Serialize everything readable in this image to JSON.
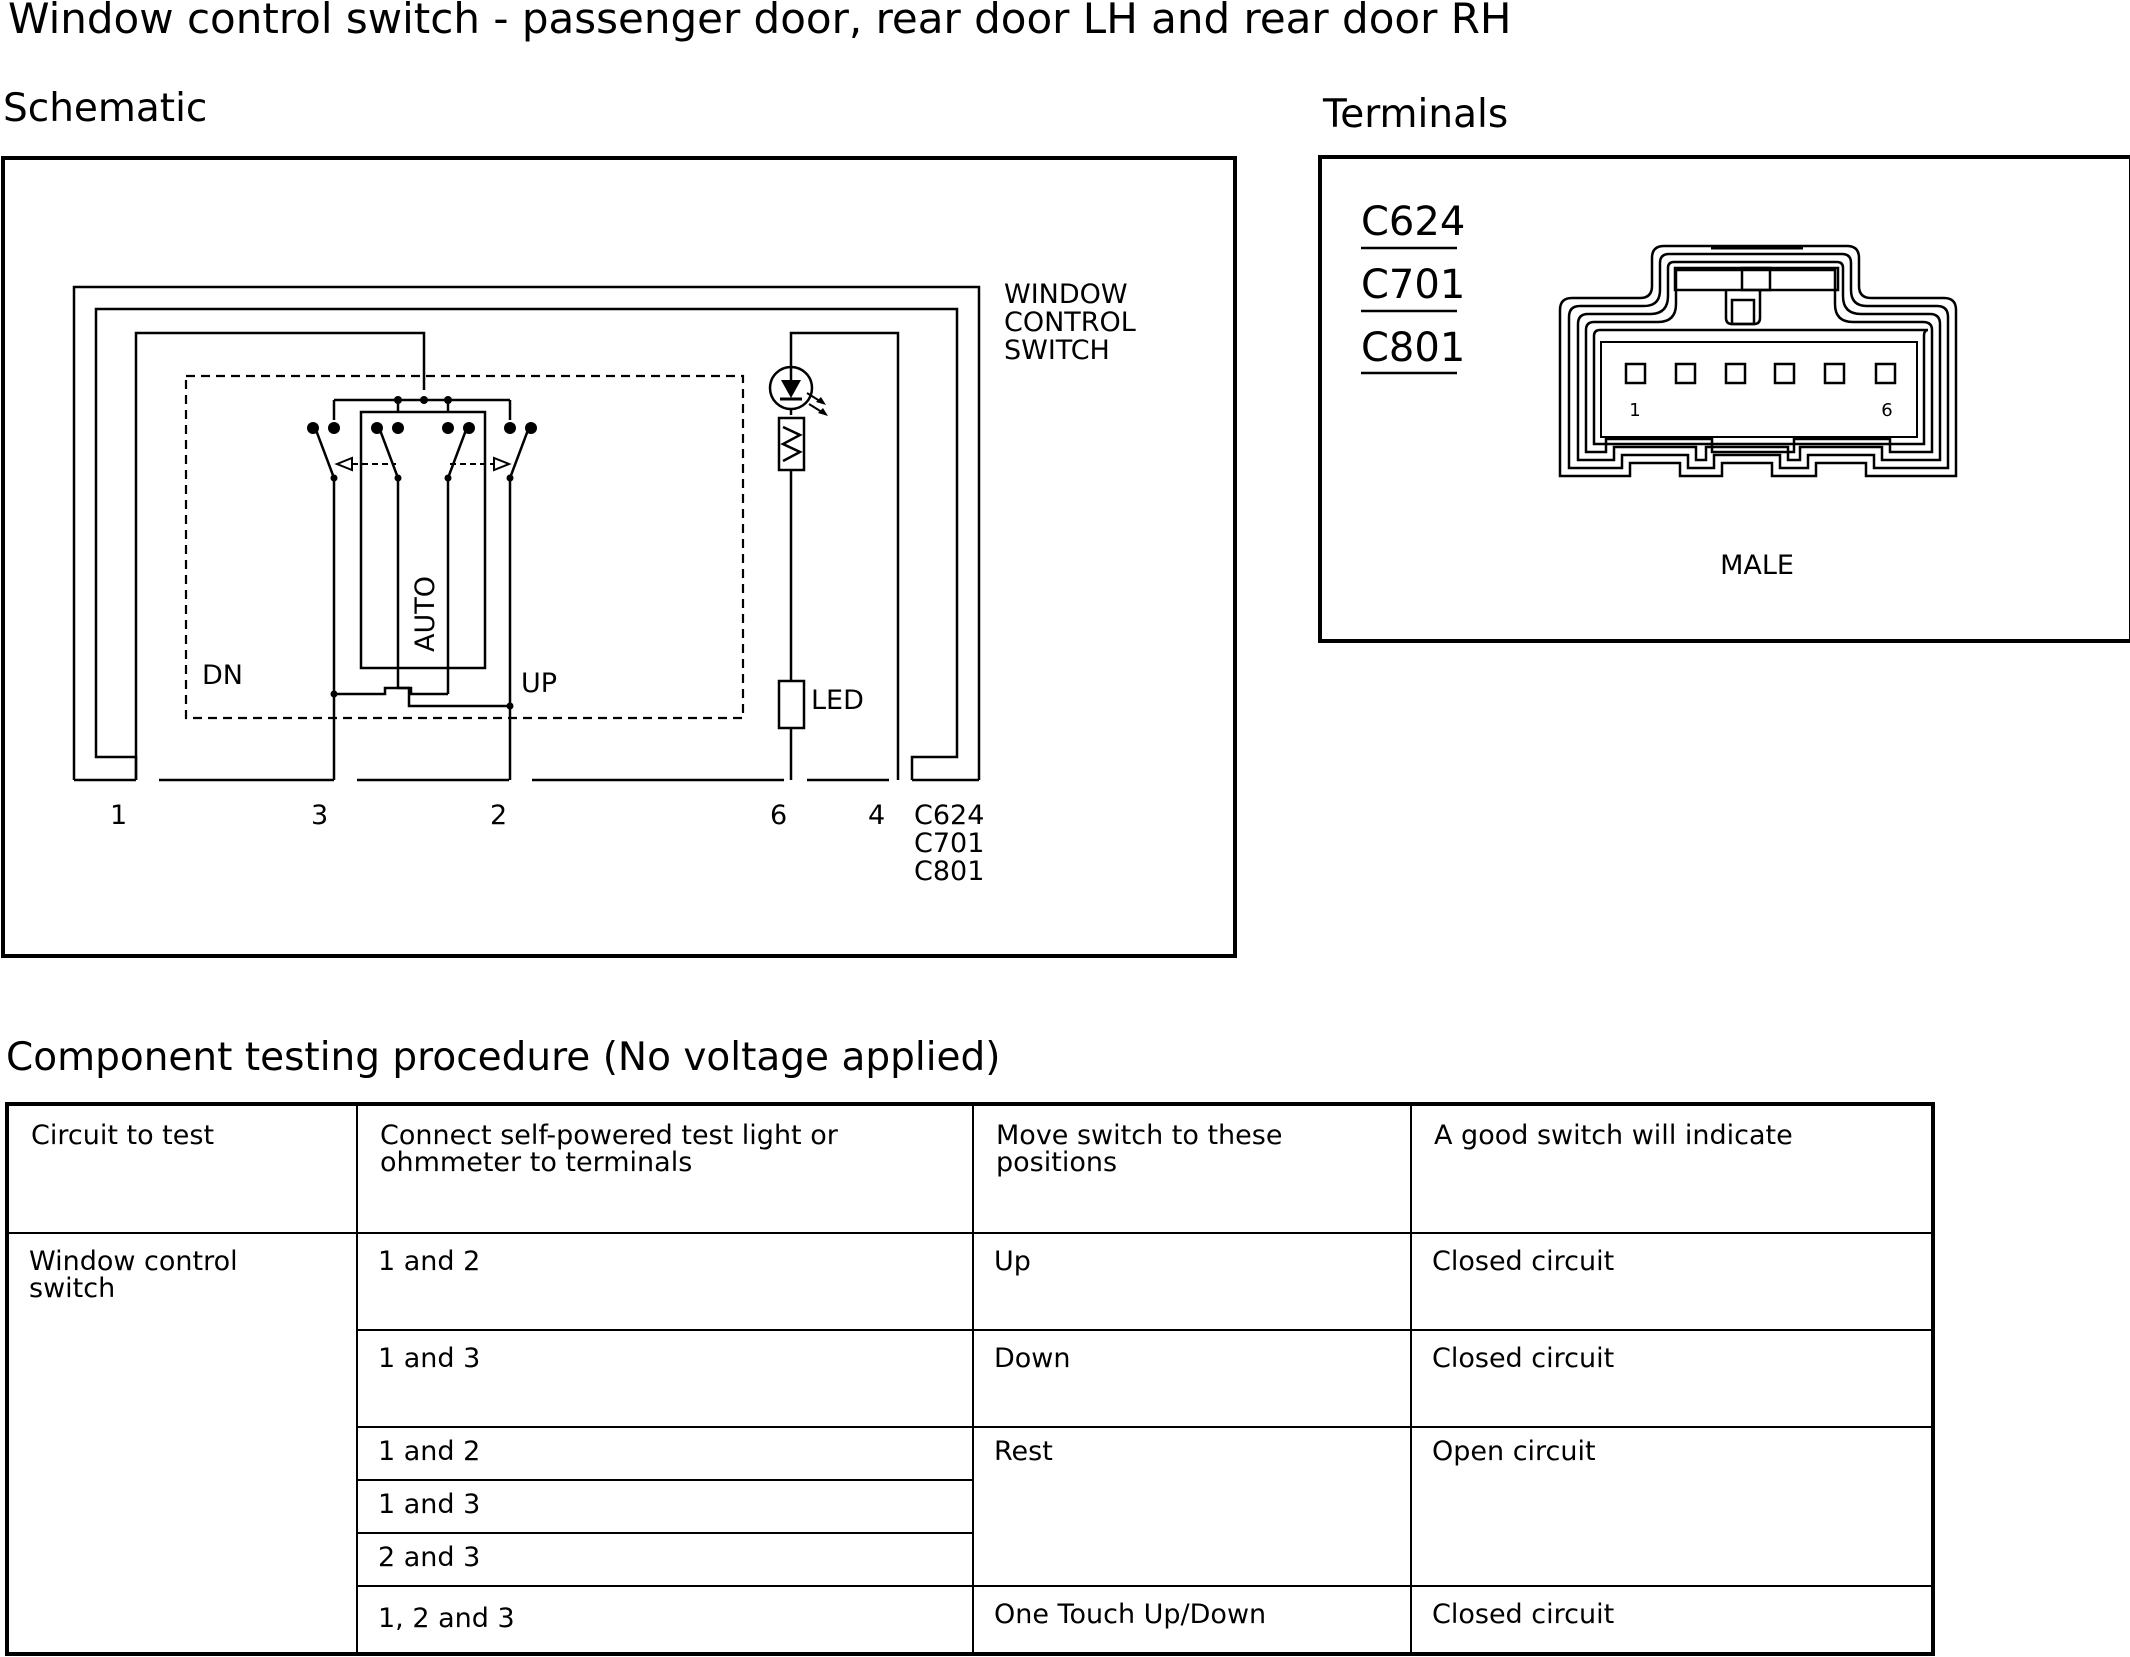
{
  "title": "Window control switch - passenger door, rear door LH and rear door RH",
  "schematic": {
    "heading": "Schematic",
    "component_label": [
      "WINDOW",
      "CONTROL",
      "SWITCH"
    ],
    "labels": {
      "dn": "DN",
      "up": "UP",
      "auto": "AUTO",
      "led": "LED"
    },
    "pins": [
      "1",
      "3",
      "2",
      "6",
      "4"
    ],
    "connectors": [
      "C624",
      "C701",
      "C801"
    ]
  },
  "terminals": {
    "heading": "Terminals",
    "connectors": [
      "C624",
      "C701",
      "C801"
    ],
    "pin_first": "1",
    "pin_last": "6",
    "gender": "MALE"
  },
  "testing": {
    "heading": "Component testing procedure (No voltage applied)",
    "headers": [
      "Circuit to test",
      [
        "Connect self-powered test light or",
        "ohmmeter to terminals"
      ],
      [
        "Move switch to these",
        "positions"
      ],
      "A good switch will indicate"
    ],
    "circuit": [
      "Window control",
      "switch"
    ],
    "rows": [
      {
        "terminals": "1 and 2",
        "position": "Up",
        "result": "Closed circuit"
      },
      {
        "terminals": "1 and 3",
        "position": "Down",
        "result": "Closed circuit"
      },
      {
        "terminals": [
          "1 and 2",
          "1 and 3",
          "2 and 3"
        ],
        "position": "Rest",
        "result": "Open circuit"
      },
      {
        "terminals": "1, 2 and 3",
        "position": "One Touch Up/Down",
        "result": "Closed circuit"
      }
    ]
  }
}
